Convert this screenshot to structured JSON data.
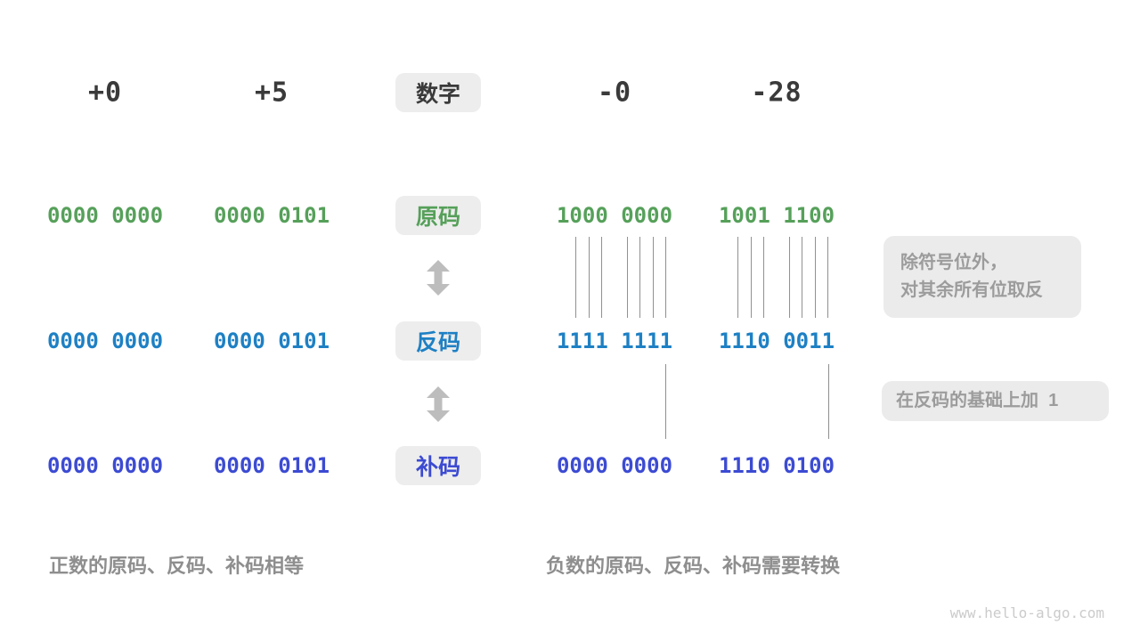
{
  "colors": {
    "sign_magnitude_green": "#56a05a",
    "ones_complement_blue": "#1e80c4",
    "twos_complement_indigo": "#3c4bd2",
    "header_text": "#3a3a3a",
    "label_box_bg": "#ededed",
    "annotation_text": "#9c9c9c",
    "caption_text": "#8e8e8e",
    "connector_line": "#8f8f8f",
    "arrow_gray": "#bdbdbd"
  },
  "row_labels": {
    "number": "数字",
    "sign_magnitude": "原码",
    "ones_complement": "反码",
    "twos_complement": "补码"
  },
  "columns": [
    {
      "header": "+0",
      "sign_magnitude": "0000 0000",
      "ones_complement": "0000 0000",
      "twos_complement": "0000 0000"
    },
    {
      "header": "+5",
      "sign_magnitude": "0000 0101",
      "ones_complement": "0000 0101",
      "twos_complement": "0000 0101"
    },
    {
      "header": "-0",
      "sign_magnitude": "1000 0000",
      "ones_complement": "1111 1111",
      "twos_complement": "0000 0000"
    },
    {
      "header": "-28",
      "sign_magnitude": "1001 1100",
      "ones_complement": "1110 0011",
      "twos_complement": "1110 0100"
    }
  ],
  "annotations": {
    "invert_line1": "除符号位外，",
    "invert_line2": "对其余所有位取反",
    "add_one": "在反码的基础上加  1"
  },
  "captions": {
    "positive": "正数的原码、反码、补码相等",
    "negative": "负数的原码、反码、补码需要转换"
  },
  "watermark": "www.hello-algo.com"
}
